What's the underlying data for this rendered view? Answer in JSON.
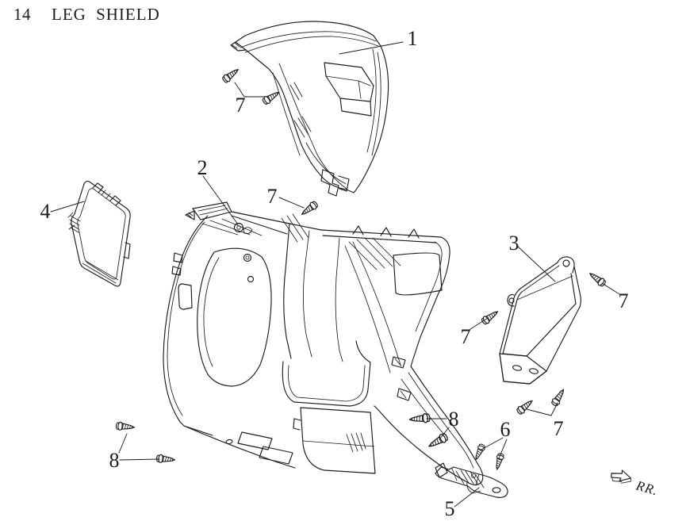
{
  "page": {
    "section_number": "14",
    "title": "LEG SHIELD"
  },
  "direction_indicator": {
    "label": "RR."
  },
  "callouts": {
    "c1": "1",
    "c2": "2",
    "c3": "3",
    "c4": "4",
    "c5": "5",
    "c6": "6",
    "c7a": "7",
    "c7b": "7",
    "c7c": "7",
    "c7d": "7",
    "c7e": "7",
    "c8a": "8",
    "c8b": "8"
  },
  "colors": {
    "line": "#1c1c1c",
    "background": "#ffffff"
  }
}
